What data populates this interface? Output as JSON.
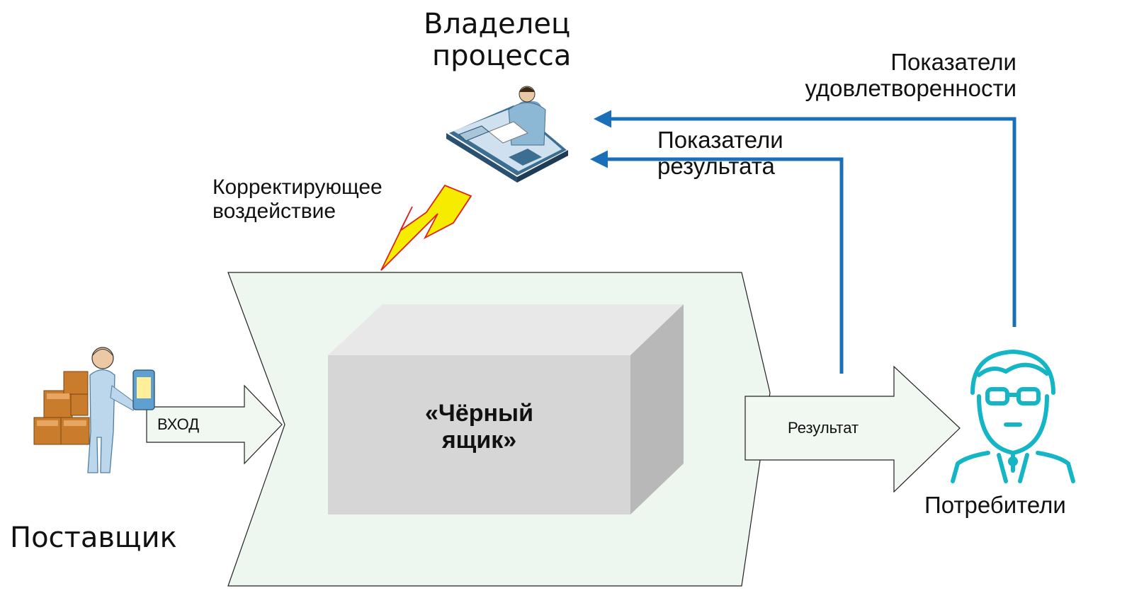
{
  "labels": {
    "owner_line1": "Владелец",
    "owner_line2": "процесса",
    "satisfaction_line1": "Показатели",
    "satisfaction_line2": "удовлетворенности",
    "result_ind_line1": "Показатели",
    "result_ind_line2": "результата",
    "corrective_line1": "Корректирующее",
    "corrective_line2": "воздействие",
    "input": "ВХОД",
    "black_box_line1": "«Чёрный",
    "black_box_line2": "ящик»",
    "output": "Результат",
    "supplier": "Поставщик",
    "consumers": "Потребители"
  },
  "icons": {
    "owner": "office-worker-desk-icon",
    "supplier": "supplier-with-boxes-icon",
    "consumer": "consumer-person-glasses-icon",
    "lightning": "lightning-bolt-icon"
  },
  "colors": {
    "process_fill": "#eef6f0",
    "box_front": "#d6d6d6",
    "box_top": "#e8e8e8",
    "box_side": "#b8b8b8",
    "feedback_blue": "#1b6fb8",
    "lightning_fill": "#f5ec00",
    "lightning_stroke": "#e0201a",
    "consumer_teal": "#14b5c4",
    "arrow_fill": "#f1f8f2"
  }
}
